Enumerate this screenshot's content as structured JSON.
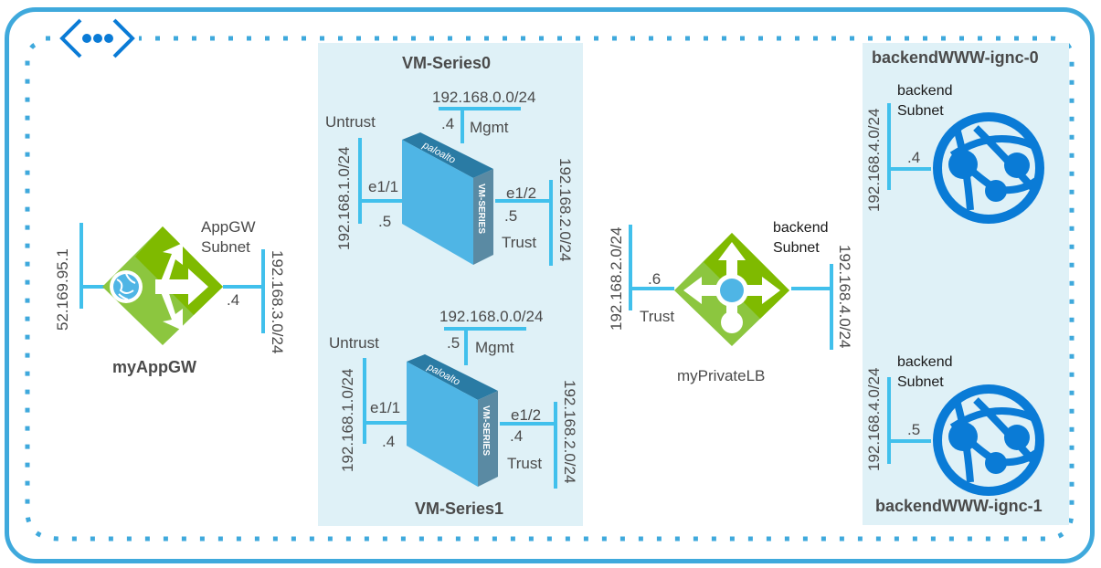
{
  "diagram": {
    "vnet_icon": "vnet-ellipsis-icon",
    "app_gateway": {
      "name": "myAppGW",
      "icon": "application-gateway-icon",
      "public_ip": "52.169.95.1",
      "subnet_label_line1": "AppGW",
      "subnet_label_line2": "Subnet",
      "subnet_cidr": "192.168.3.0/24",
      "host": ".4"
    },
    "vm_series": [
      {
        "name": "VM-Series0",
        "icon": "paloalto-vm-series-icon",
        "brand_text": "paloalto",
        "side_text": "VM-SERIES",
        "mgmt_cidr": "192.168.0.0/24",
        "mgmt_label": "Mgmt",
        "mgmt_host": ".4",
        "untrust_label": "Untrust",
        "untrust_cidr": "192.168.1.0/24",
        "untrust_iface": "e1/1",
        "untrust_host": ".5",
        "trust_label": "Trust",
        "trust_cidr": "192.168.2.0/24",
        "trust_iface": "e1/2",
        "trust_host": ".5"
      },
      {
        "name": "VM-Series1",
        "icon": "paloalto-vm-series-icon",
        "brand_text": "paloalto",
        "side_text": "VM-SERIES",
        "mgmt_cidr": "192.168.0.0/24",
        "mgmt_label": "Mgmt",
        "mgmt_host": ".5",
        "untrust_label": "Untrust",
        "untrust_cidr": "192.168.1.0/24",
        "untrust_iface": "e1/1",
        "untrust_host": ".4",
        "trust_label": "Trust",
        "trust_cidr": "192.168.2.0/24",
        "trust_iface": "e1/2",
        "trust_host": ".4"
      }
    ],
    "private_lb": {
      "name": "myPrivateLB",
      "icon": "load-balancer-icon",
      "trust_cidr": "192.168.2.0/24",
      "trust_label": "Trust",
      "trust_host": ".6",
      "subnet_label_line1": "backend",
      "subnet_label_line2": "Subnet",
      "backend_cidr": "192.168.4.0/24"
    },
    "backends": [
      {
        "name": "backendWWW-ignc-0",
        "icon": "web-app-globe-icon",
        "subnet_label_line1": "backend",
        "subnet_label_line2": "Subnet",
        "cidr": "192.168.4.0/24",
        "host": ".4"
      },
      {
        "name": "backendWWW-ignc-1",
        "icon": "web-app-globe-icon",
        "subnet_label_line1": "backend",
        "subnet_label_line2": "Subnet",
        "cidr": "192.168.4.0/24",
        "host": ".5"
      }
    ],
    "colors": {
      "frame": "#3fa9dc",
      "panel": "#dff1f7",
      "link": "#41c0ec",
      "azure_green": "#7fba00",
      "azure_blue": "#0078d4",
      "paloalto_blue": "#4fb5e5"
    }
  }
}
